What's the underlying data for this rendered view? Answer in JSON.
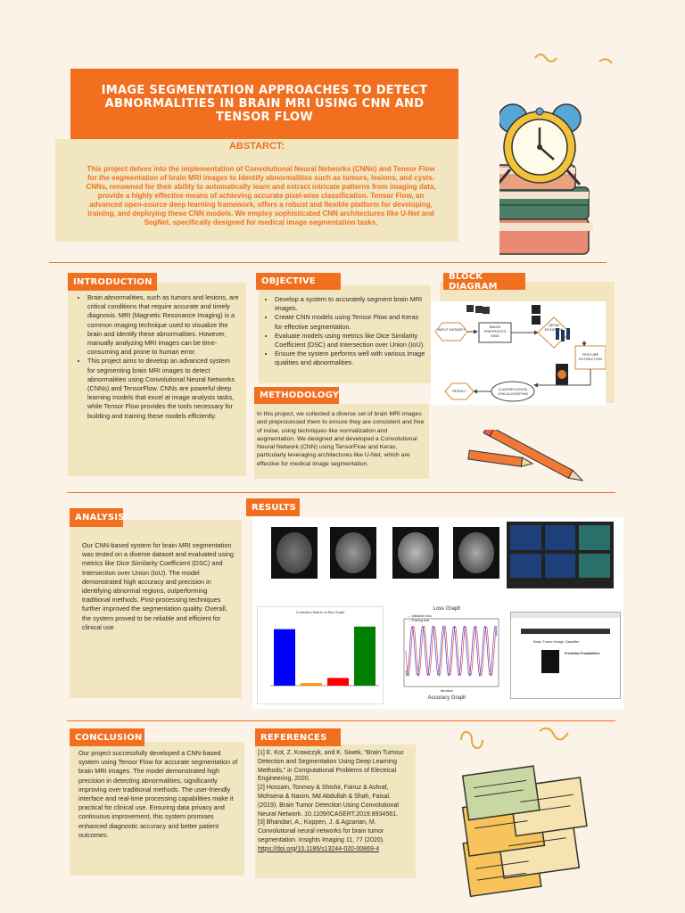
{
  "title": "IMAGE SEGMENTATION APPROACHES TO DETECT ABNORMALITIES IN BRAIN MRI USING CNN AND TENSOR FLOW",
  "abstract": {
    "heading": "ABSTARCT:",
    "text": "This project delves into the implementation of Convolutional Neural Networks (CNNs) and Tensor Flow for the segmentation of brain MRI images to identify abnormalities such as tumors, lesions, and cysts. CNNs, renowned for their ability to automatically learn and extract intricate patterns from imaging data, provide a highly effective means of achieving accurate pixel-wise classification. Tensor Flow, an advanced open-source deep learning framework, offers a robust and flexible platform for developing, training, and deploying these CNN models. We employ sophisticated CNN architectures like U-Net and SegNet, specifically designed for medical image segmentation tasks."
  },
  "introduction": {
    "heading": "INTRODUCTION",
    "items": [
      "Brain abnormalities, such as tumors and lesions, are critical conditions that require accurate and timely diagnosis. MRI (Magnetic Resonance Imaging) is a common imaging technique used to visualize the brain and identify these abnormalities. However, manually analyzing MRI images can be time-consuming and prone to human error.",
      "This project aims to develop an advanced system for segmenting brain MRI images to detect abnormalities using Convolutional Neural Networks (CNNs) and TensorFlow. CNNs are powerful deep learning models that excel at image analysis tasks, while Tensor Flow provides the tools necessary for building and training these models efficiently."
    ]
  },
  "objective": {
    "heading": "OBJECTIVE",
    "items": [
      "Develop a system to accurately segment brain MRI images.",
      "Create CNN models using Tensor Flow and Keras for effective segmentation.",
      "Evaluate models using metrics like Dice Similarity Coefficient (DSC) and Intersection over Union (IoU).",
      "Ensure the system performs well with various image qualities and abnormalities."
    ]
  },
  "methodology": {
    "heading": "METHODOLOGY",
    "text": "In this project, we collected a diverse set of brain MRI images and preprocessed them to ensure they are consistent and free of noise, using techniques like normalization and augmentation. We designed and developed a Convolutional Neural Network (CNN) using TensorFlow and Keras, particularly leveraging architectures like U-Net, which are effective for medical image segmentation."
  },
  "block_diagram": {
    "heading": "BLOCK DIAGRAM",
    "nodes": {
      "input": "INPUT DATASET",
      "preprocess": "IMAGE PREPROCES SING",
      "segmentation": "SEGM ENTATI ON",
      "feature": "FEATURE EXTRACTION",
      "classification": "CLASSIFICATION CNN ALGORITHM",
      "result": "RESULT"
    }
  },
  "analysis": {
    "heading": "ANALYSIS",
    "text": "Our CNN-based system for brain MRI segmentation was tested on a diverse dataset and evaluated using metrics like Dice Similarity Coefficient (DSC) and Intersection over Union (IoU). The model demonstrated high accuracy and precision in identifying abnormal regions, outperforming traditional methods. Post-processing techniques further improved the segmentation quality. Overall, the system proved to be reliable and efficient for clinical use"
  },
  "results": {
    "heading": "RESULTS",
    "loss_title": "Loss Graph",
    "loss_xlabel": "Iteration",
    "loss_legend": [
      "Validation loss",
      "Training loss"
    ],
    "accuracy_caption": "Accuracy Graph",
    "bar_title": "Confusion Matrix vs Bar Graph",
    "app_title": "Brain Tumor Image Classifier",
    "app_pred": "Prediction Probabilities:",
    "bar_values": [
      0.88,
      0.04,
      0.12,
      0.92
    ],
    "bar_colors": [
      "#0000ff",
      "#ff9900",
      "#ff0000",
      "#008000"
    ]
  },
  "conclusion": {
    "heading": "CONCLUSION",
    "text": "Our project successfully developed a CNN-based system using Tensor Flow for accurate segmentation of brain MRI images. The model demonstrated high precision in detecting abnormalities, significantly improving over traditional methods. The user-friendly interface and real-time processing capabilities make it practical for clinical use. Ensuring data privacy and continuous improvement, this system promises enhanced diagnostic accuracy and better patient outcomes."
  },
  "references": {
    "heading": "REFERENCES",
    "items": [
      "[1] E. Kot, Z. Krawczyk, and K. Siwek, “Brain Tumour Detection and Segmentation Using Deep Learning Methods,” in Computational Problems of Electrical Engineering, 2020.",
      "[2] Hossain, Tonmoy & Shishir, Fairuz & Ashraf, Mohsena & Nasim, Md Abdullah & Shah, Faisal. (2019). Brain Tumor Detection Using Convolutional Neural Network. 10.1109/ICASERT.2019.8934561.",
      "[3] Bhandari, A., Koppen, J. & Agzarian, M. Convolutional neural networks for brain tumor segmentation. Insights Imaging 11, 77 (2020)."
    ],
    "link": "https://doi.org/10.1186/s13244-020-00869-4"
  },
  "colors": {
    "accent": "#f26f1f",
    "panel": "#f1e6bf",
    "background": "#fbf3e7"
  }
}
